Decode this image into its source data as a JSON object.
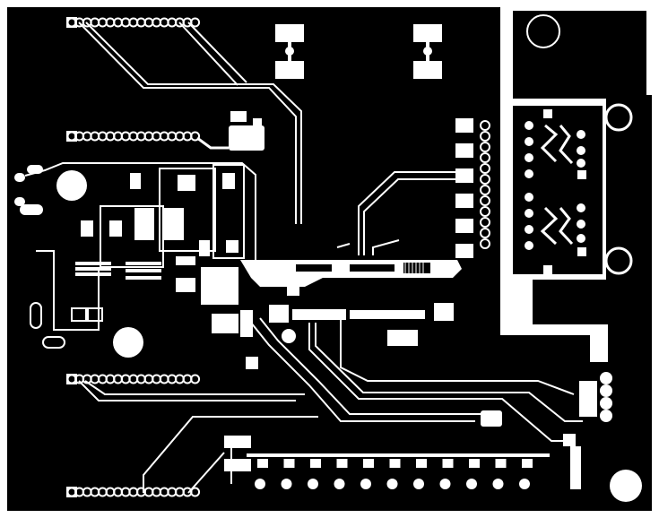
{
  "board": {
    "view": "pcb-copper-layer",
    "colors": {
      "background": "#000000",
      "copper": "#ffffff",
      "edge": "#ffffff"
    }
  },
  "pin_headers": [
    {
      "name": "header-top-left"
    },
    {
      "name": "header-mid-left"
    },
    {
      "name": "header-bottom-left-upper"
    },
    {
      "name": "header-bottom-left-lower"
    }
  ],
  "mounting_holes": [
    {
      "name": "mounting-hole-top-right"
    },
    {
      "name": "mounting-hole-left"
    },
    {
      "name": "mounting-hole-center-left"
    }
  ],
  "connectors": [
    {
      "name": "rj45-jack-upper"
    },
    {
      "name": "rj45-jack-lower"
    }
  ]
}
